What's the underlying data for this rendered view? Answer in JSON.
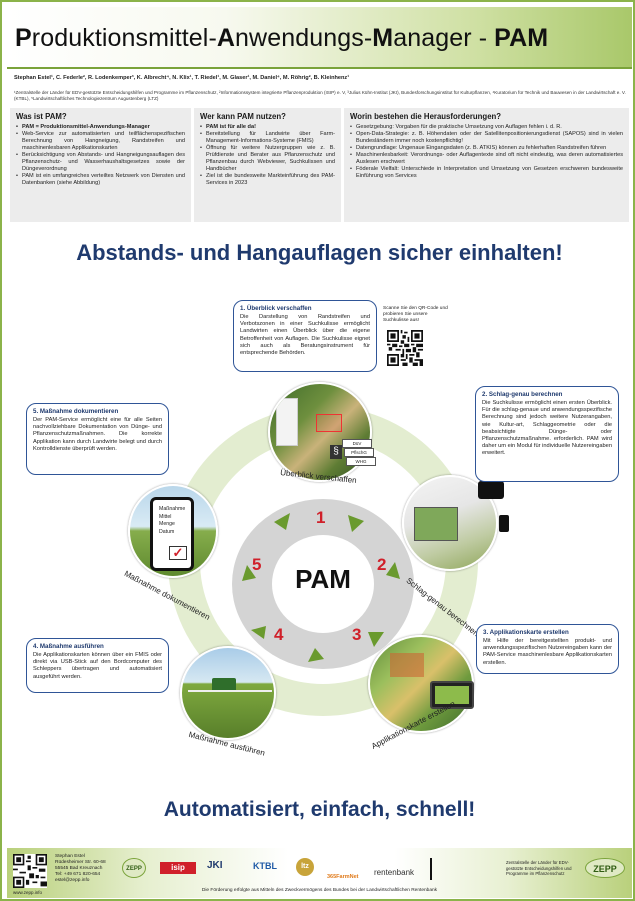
{
  "title": {
    "prefix_p": "P",
    "part1": "roduktionsmittel-",
    "a": "A",
    "part2": "nwendungs-",
    "m": "M",
    "part3": "anager - ",
    "pam": "PAM"
  },
  "authors": "Stephan Estel¹, C. Federle², R. Lodenkemper³, K. Albrecht⁴, N. Klix¹, T. Riedel¹, M. Glaser¹, M. Daniel⁴, M. Röhrig², B. Kleinhenz¹",
  "affiliations": "¹Zentralstelle der Länder für EDV-gestützte Entscheidungshilfen und Programme im Pflanzenschutz, ²Informationssystem integrierte Pflanzenproduktion (ISIP) e. V, ³Julius Kühn-Institut (JKI), Bundesforschungsinstitut für Kulturpflanzen, ⁴Kuratorium für Technik und Bauwesen in der Landwirtschaft e. V. (KTBL), ⁵Landwirtschaftliches Technologiezentrum Augustenberg (LTZ)",
  "boxes": {
    "what": {
      "title": "Was ist PAM?",
      "items": [
        "PAM = Produktionsmittel-Anwendungs-Manager",
        "Web-Service zur automatisierten und teilflächenspezifischen Berechnung von Hangneigung, Randstreifen und maschinenlesbaren Applikationskarten",
        "Berücksichtigung von Abstands- und Hangneigungsauflagen des Pflanzenschutz- und Wasserhaushaltsgesetzes sowie der Düngeverordnung",
        "PAM ist ein umfangreiches verteiltes Netzwerk von Diensten und Datenbanken (siehe Abbildung)"
      ]
    },
    "who": {
      "title": "Wer kann PAM nutzen?",
      "items": [
        "PAM ist für alle da!",
        "Bereitstellung für Landwirte über Farm-Management-Informations-Systeme (FMIS)",
        "Öffnung für weitere Nutzergruppen wie z. B. Prüfdienste und Berater aus Pflanzenschutz und Pflanzenbau durch Webviewer, Suchkulissen und Handbücher",
        "Ziel ist die bundesweite Markteinführung des PAM-Services in 2023"
      ]
    },
    "challenges": {
      "title": "Worin bestehen die Herausforderungen?",
      "items": [
        "Gesetzgebung: Vorgaben für die praktische Umsetzung von Auflagen fehlen i. d. R.",
        "Open-Data-Strategie: z. B. Höhendaten oder der Satellitenpositionierungsdienst (SAPOS) sind in vielen Bundesländern immer noch kostenpflichtig!",
        "Datengrundlage: Ungenaue Eingangsdaten (z. B. ATKIS) können zu fehlerhaften Randstreifen führen",
        "Maschinenlesbarkeit: Verordnungs- oder Auflagentexte sind oft nicht eindeutig, was deren automatisiertes Auslesen erschwert",
        "Föderale Vielfalt: Unterschiede in Interpretation und Umsetzung von Gesetzen erschweren bundesweite Einführung von Services"
      ]
    }
  },
  "headline": "Abstands- und Hangauflagen sicher einhalten!",
  "center_label": "PAM",
  "numbers": [
    "1",
    "2",
    "3",
    "4",
    "5"
  ],
  "qr_text": "Scanne Sie den QR-Code und probieren Sie unsere Suchkulisse aus!",
  "steps": [
    {
      "title": "1. Überblick verschaffen",
      "text": "Die Darstellung von Randstreifen und Verbotszonen in einer Suchkulisse ermöglicht Landwirten einen Überblick über die eigene Betroffenheit von Auflagen. Die Suchkulisse eignet sich auch als Beratungsinstrument für entsprechende Behörden."
    },
    {
      "title": "2. Schlag-genau berechnen",
      "text": "Die Suchkulisse ermöglicht einen ersten Überblick. Für die schlag-genaue und anwendungsspezifische Berechnung sind jedoch weitere Nutzerangaben, wie Kultur-art, Schlaggeometrie oder die beabsichtigte Dünge- oder Pflanzenschutzmaßnahme. erforderlich. PAM wird daher um ein Modul für individuelle Nutzereingaben erweitert."
    },
    {
      "title": "3. Applikationskarte erstellen",
      "text": "Mit Hilfe der bereitgestellten produkt- und anwendungsspezifischen Nutzereingaben kann der PAM-Service maschinenlesbare Applikationskarten erstellen."
    },
    {
      "title": "4. Maßnahme ausführen",
      "text": "Die Applikationskarten können über ein FMIS oder direkt via USB-Stick auf den Bordcomputer des Schleppers übertragen und automatisiert ausgeführt werden."
    },
    {
      "title": "5. Maßnahme dokumentieren",
      "text": "Der PAM-Service ermöglicht eine für alle Seiten nachvollziehbare Dokumentation von Dünge- und Pflanzenschutzmaßnahmen. Die korrekte Applikation kann durch Landwirte belegt und durch Kontrolldienste überprüft werden."
    }
  ],
  "photo_labels": [
    "Überblick verschaffen",
    "Schlag-genau berechnen",
    "Applikationskarte erstellen",
    "Maßnahme ausführen",
    "Maßnahme dokumentieren"
  ],
  "law_labels": [
    "DüV",
    "PflschG",
    "WHG"
  ],
  "checklist": [
    "Maßnahme",
    "Mittel",
    "Menge",
    "Datum"
  ],
  "tagline": "Automatisiert, einfach, schnell!",
  "footer": {
    "contact": [
      "Stephan Estel",
      "Rüdesheimer Str. 60-68",
      "55545 Bad Kreuznach",
      "Tel: +49 671 820-654",
      "estel@zepp.info"
    ],
    "url": "www.zepp.info",
    "funding": "Die Förderung erfolgte aus Mitteln des Zweckvermögens des Bundes bei der Landwirtschaftlichen Rentenbank",
    "logos": [
      "ZEPP",
      "isip",
      "JKI",
      "KTBL",
      "ltz",
      "365FarmNet",
      "rentenbank",
      "ZEPP"
    ],
    "zepp_text": "Zentralstelle der Länder für EDV-gestützte Entscheidungshilfen und Programme im Pflanzenschutz"
  },
  "colors": {
    "accent_blue": "#1f3a6e",
    "accent_green": "#8bb34a",
    "number_red": "#d0202a"
  }
}
